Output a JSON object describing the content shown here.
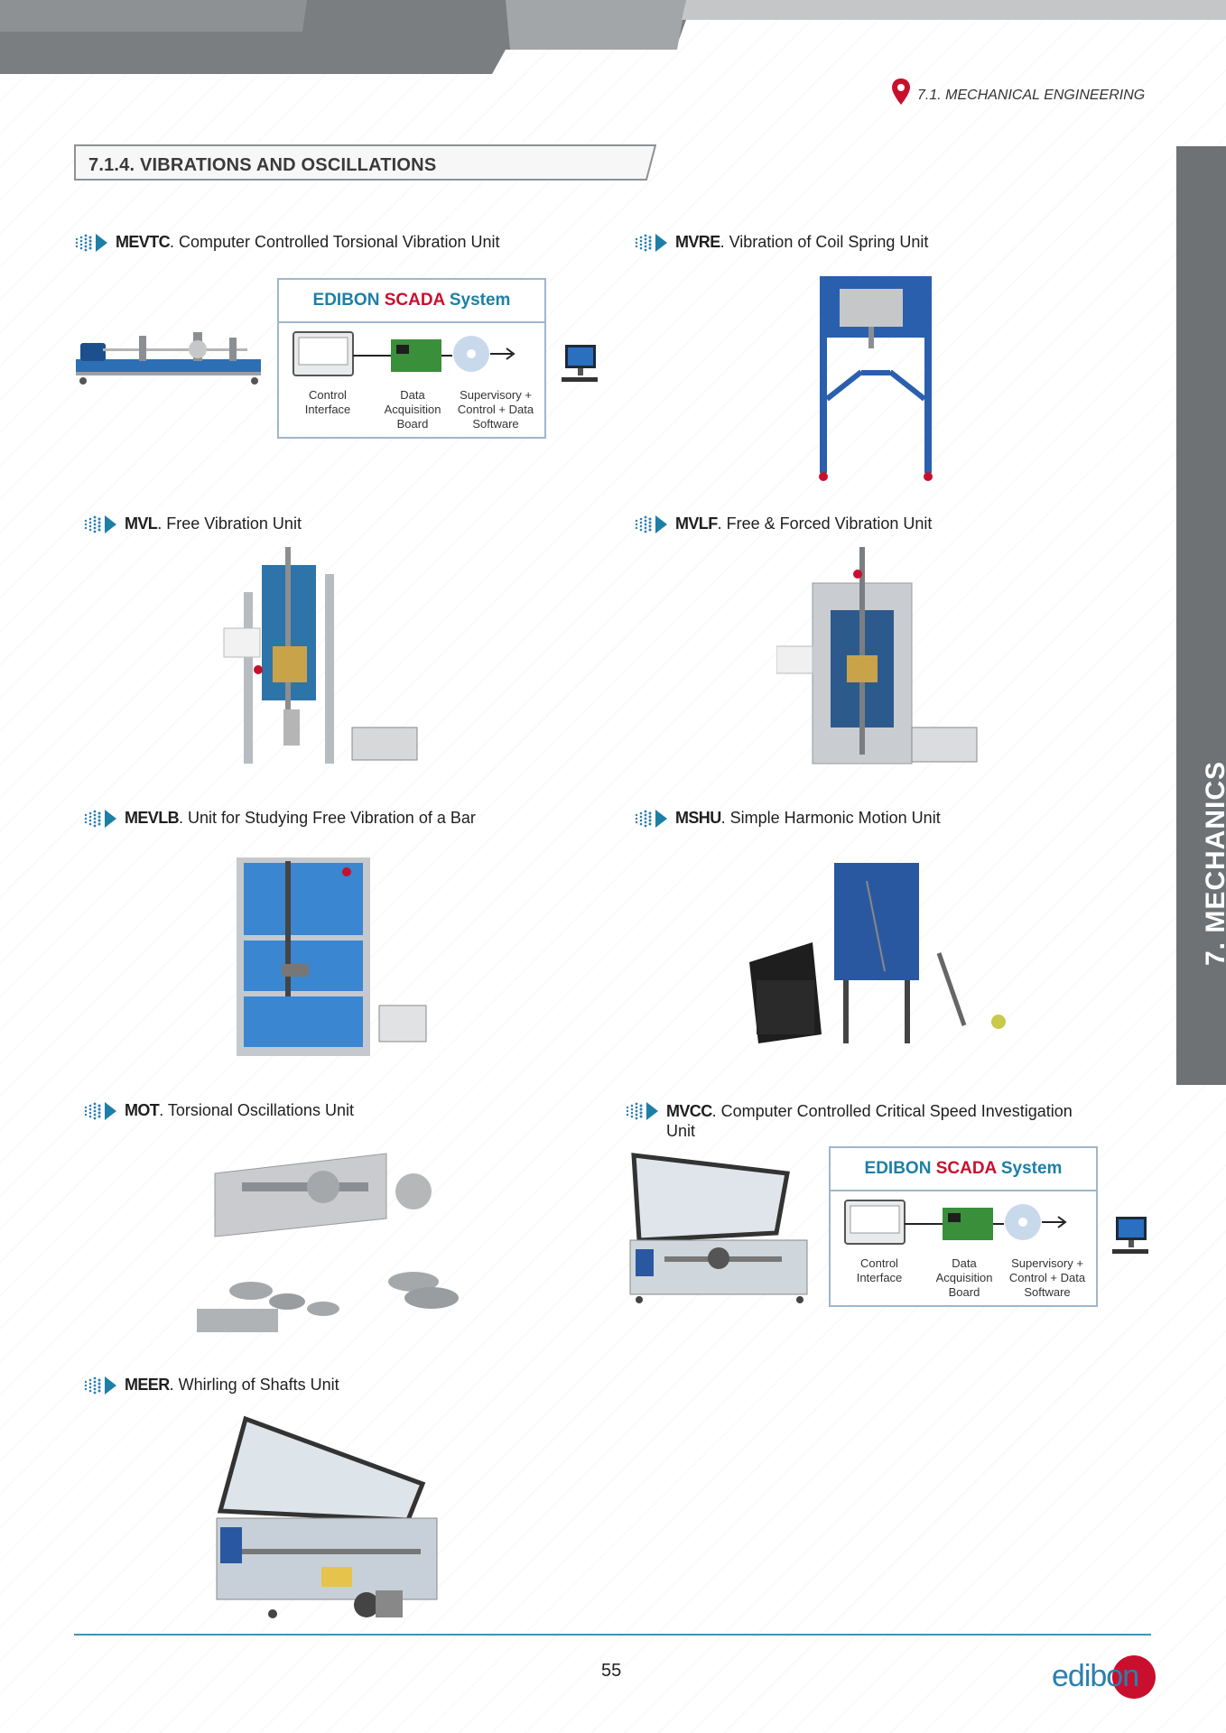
{
  "header": {
    "breadcrumb": "7.1. MECHANICAL ENGINEERING",
    "section_title": "7.1.4. VIBRATIONS AND OSCILLATIONS",
    "side_tab": "7. MECHANICS"
  },
  "scada": {
    "title_1": "EDIBON",
    "title_2": "SCADA",
    "title_3": "System",
    "labels": [
      "Control Interface",
      "Data Acquisition Board",
      "Supervisory + Control + Data Software"
    ]
  },
  "products": [
    {
      "code": "MEVTC",
      "name": ". Computer Controlled Torsional Vibration Unit"
    },
    {
      "code": "MVRE",
      "name": ". Vibration of Coil Spring Unit"
    },
    {
      "code": "MVL",
      "name": ". Free Vibration Unit"
    },
    {
      "code": "MVLF",
      "name": ". Free & Forced Vibration Unit"
    },
    {
      "code": "MEVLB",
      "name": ". Unit for Studying Free Vibration of a Bar"
    },
    {
      "code": "MSHU",
      "name": ". Simple Harmonic Motion Unit"
    },
    {
      "code": "MOT",
      "name": ". Torsional Oscillations Unit"
    },
    {
      "code": "MVCC",
      "name": ". Computer Controlled Critical Speed Investigation Unit"
    },
    {
      "code": "MEER",
      "name": ". Whirling of Shafts Unit"
    }
  ],
  "footer": {
    "page_number": "55",
    "logo_text": "edibon"
  },
  "colors": {
    "accent_blue": "#1d7fa6",
    "accent_red": "#c8102e",
    "gray_band": "#7a7d80",
    "light_gray": "#bdbfc1"
  }
}
